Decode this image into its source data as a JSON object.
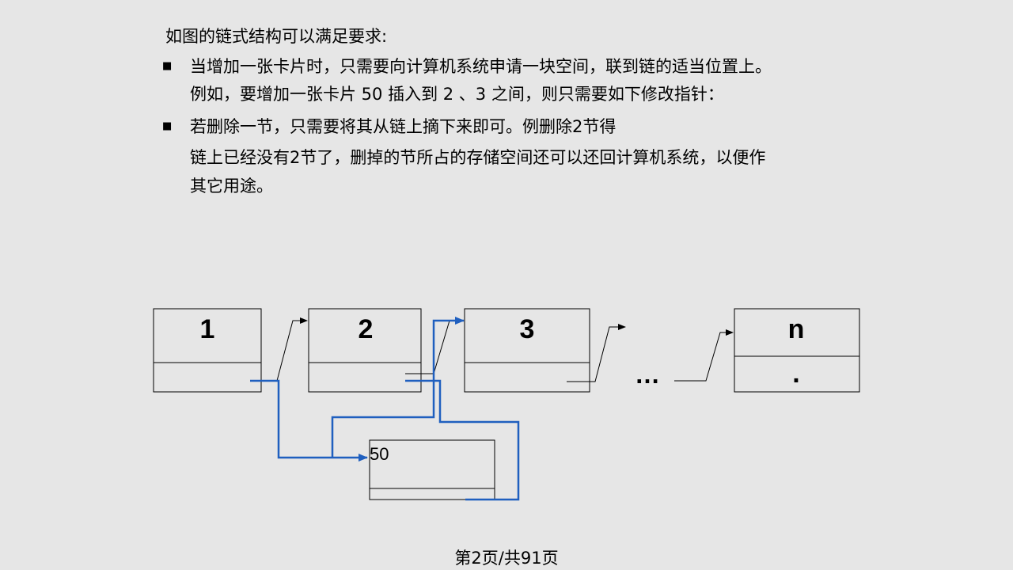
{
  "content": {
    "intro": "如图的链式结构可以满足要求:",
    "bullets": [
      {
        "lines": [
          "当增加一张卡片时，只需要向计算机系统申请一块空间，联到链的适当位置上。",
          "例如，要增加一张卡片 50 插入到 2 、3 之间，则只需要如下修改指针："
        ]
      },
      {
        "lines": [
          "若删除一节，只需要将其从链上摘下来即可。例删除2节得",
          "链上已经没有2节了，删掉的节所占的存储空间还可以还回计算机系统，以便作",
          "其它用途。"
        ]
      }
    ],
    "bullet_symbol": "■"
  },
  "diagram": {
    "nodes": [
      {
        "label": "1",
        "pointer": ""
      },
      {
        "label": "2",
        "pointer": ""
      },
      {
        "label": "3",
        "pointer": ""
      },
      {
        "label": "n",
        "pointer": "."
      }
    ],
    "ellipsis": "…",
    "inserted_node": {
      "label": "50"
    },
    "colors": {
      "new_pointer": "#1f5fbf",
      "old_pointer": "#000000",
      "box_border": "#000000"
    }
  },
  "footer": {
    "page_indicator": "第2页/共91页"
  }
}
